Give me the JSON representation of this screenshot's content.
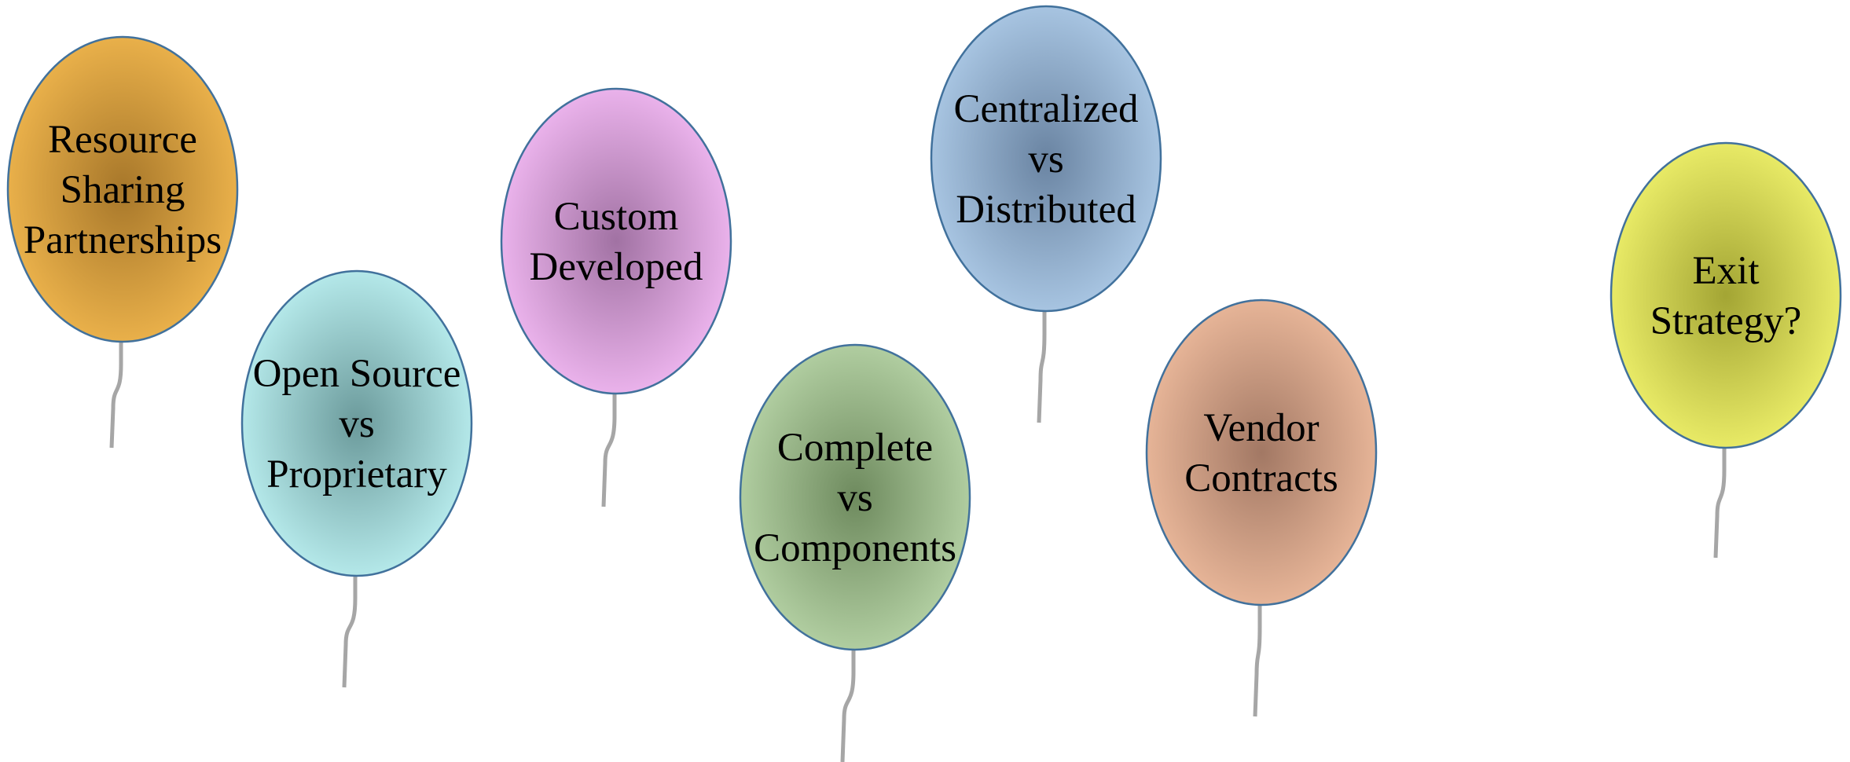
{
  "balloons": [
    {
      "id": "resource-sharing",
      "lines": [
        "Resource",
        "Sharing",
        "Partnerships"
      ],
      "color": "#E9B04A",
      "center_color": "#A7772A"
    },
    {
      "id": "open-source",
      "lines": [
        "Open Source",
        "vs",
        "Proprietary"
      ],
      "color": "#B4E8E9",
      "center_color": "#6B9A9B"
    },
    {
      "id": "custom-developed",
      "lines": [
        "Custom",
        "Developed"
      ],
      "color": "#EAB2EB",
      "center_color": "#A172A3"
    },
    {
      "id": "complete-vs-components",
      "lines": [
        "Complete",
        "vs",
        "Components"
      ],
      "color": "#B0CDA0",
      "center_color": "#6E8A5E"
    },
    {
      "id": "centralized-vs-distributed",
      "lines": [
        "Centralized",
        "vs",
        "Distributed"
      ],
      "color": "#A7C4E1",
      "center_color": "#6A84A2"
    },
    {
      "id": "vendor-contracts",
      "lines": [
        "Vendor",
        "Contracts"
      ],
      "color": "#E6B497",
      "center_color": "#A27864"
    },
    {
      "id": "exit-strategy",
      "lines": [
        "Exit",
        "Strategy?"
      ],
      "color": "#E8EA66",
      "center_color": "#A3A534"
    }
  ],
  "colors": {
    "outline": "#41719C",
    "string": "#A6A6A6"
  }
}
